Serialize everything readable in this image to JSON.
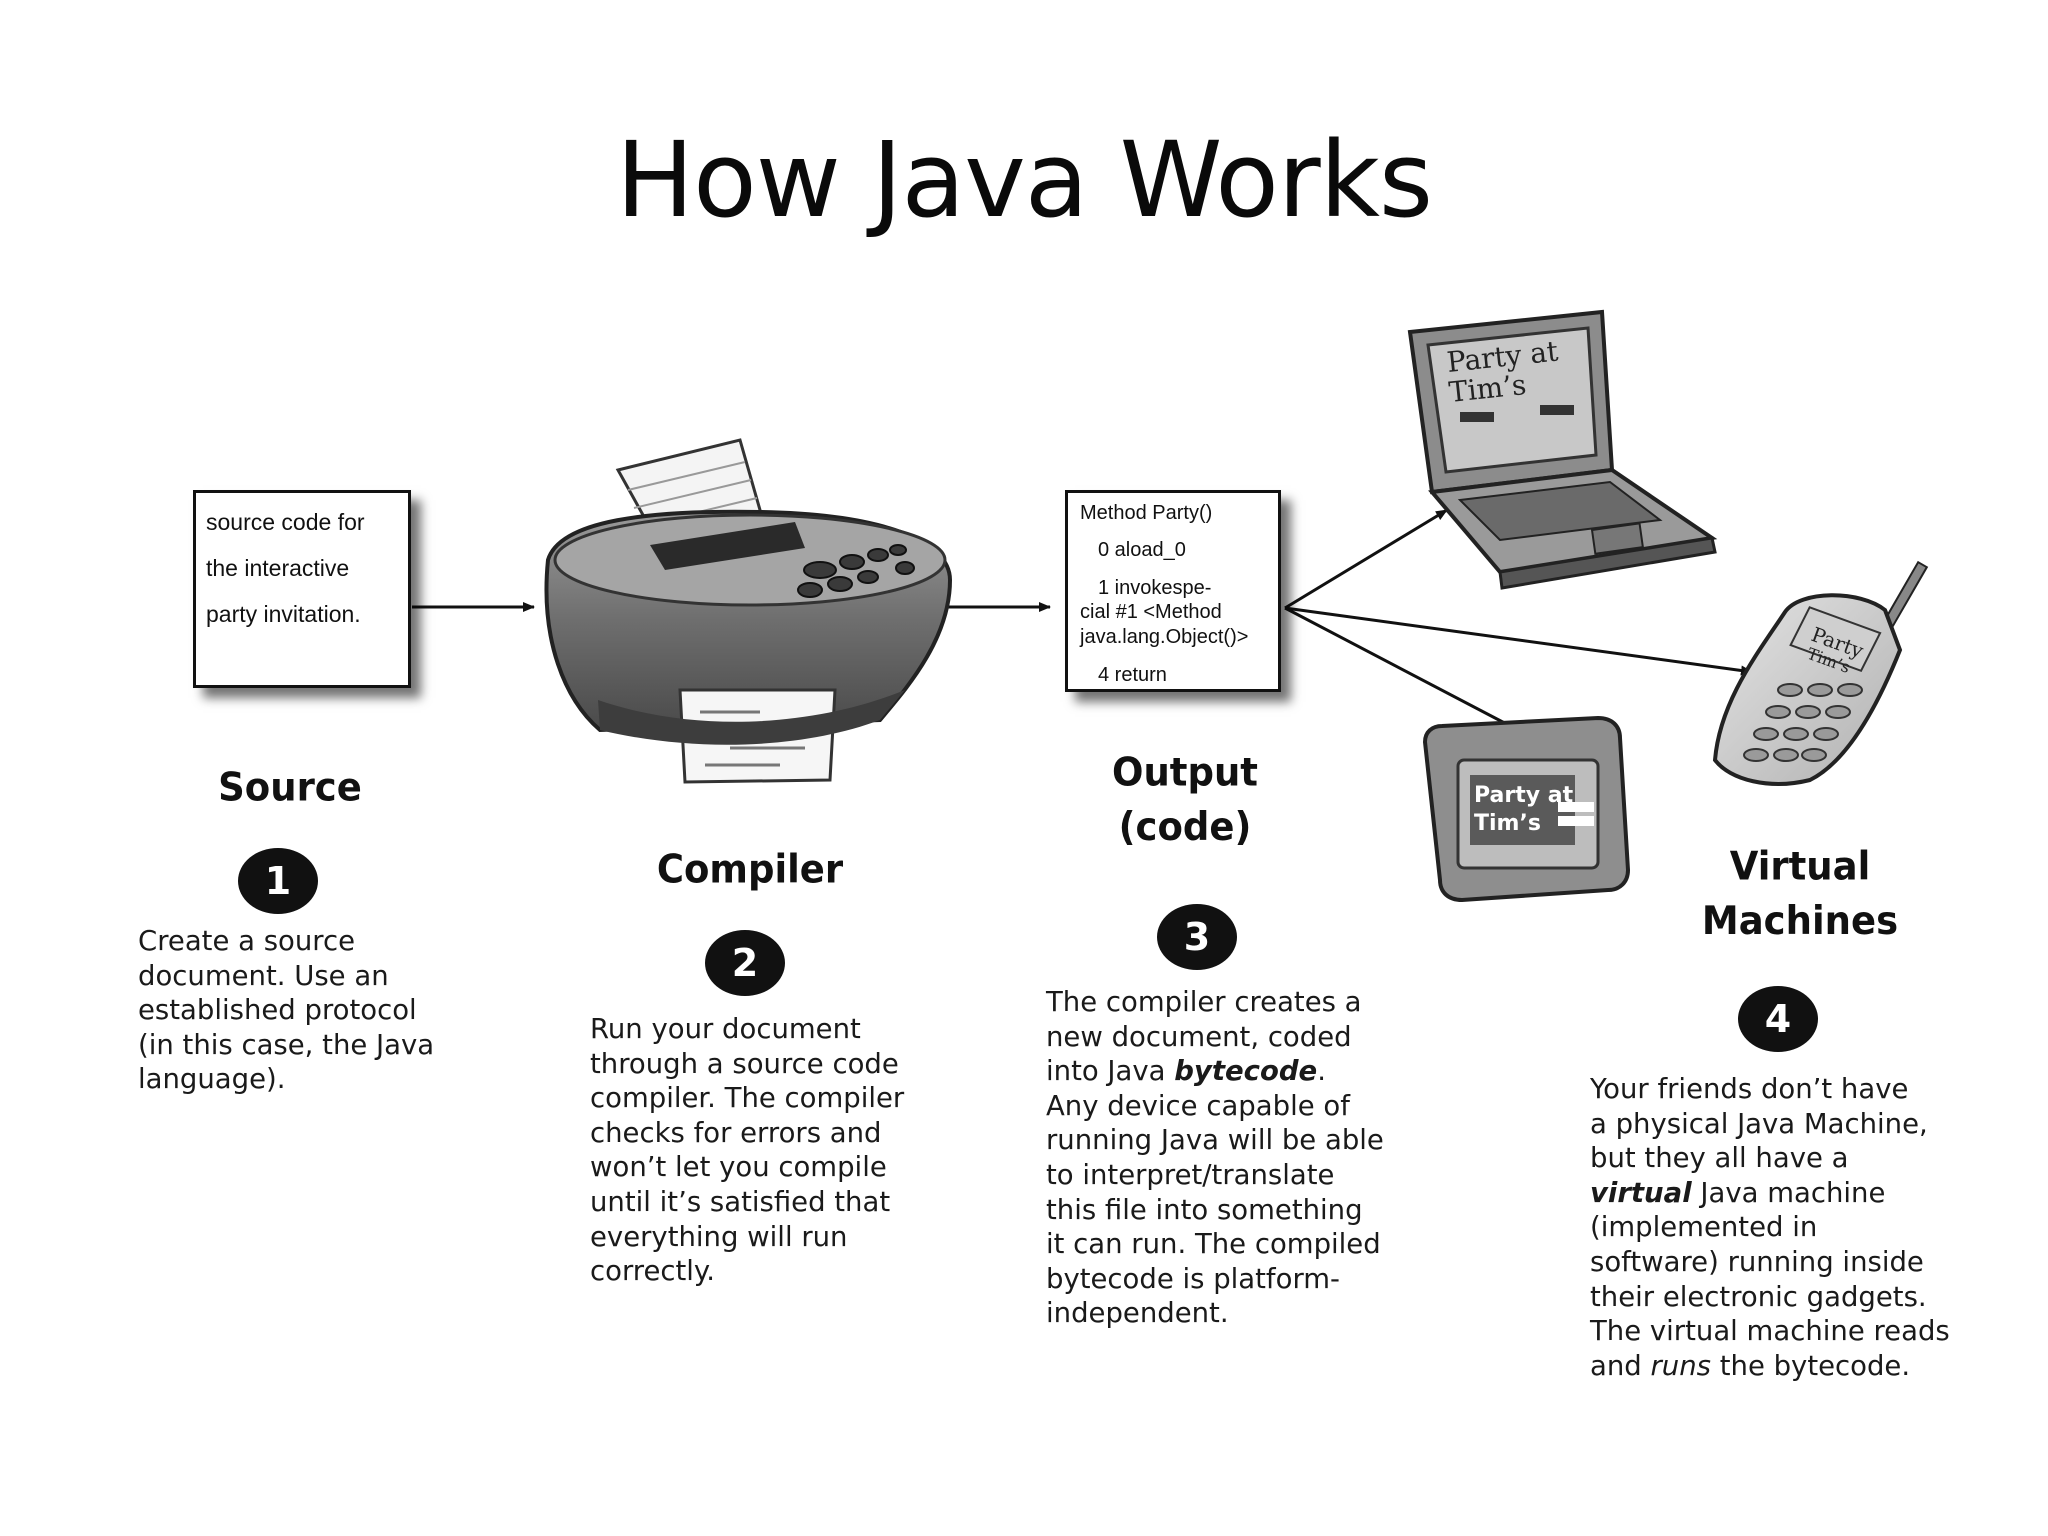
{
  "title": "How Java Works",
  "source_box": {
    "lines": [
      "source code for",
      "the interactive",
      "party invitation."
    ]
  },
  "output_box": {
    "lines": [
      "Method Party()",
      "0 aload_0",
      "1 invokespe-",
      "cial #1 <Method",
      "java.lang.Object()>",
      "4 return"
    ]
  },
  "stages": {
    "source": {
      "title": "Source",
      "number": "1",
      "desc": [
        "Create a source",
        "document. Use an",
        "established protocol",
        "(in this case, the Java",
        "language)."
      ]
    },
    "compiler": {
      "title": "Compiler",
      "number": "2",
      "desc": [
        "Run your document",
        "through a source code",
        "compiler. The compiler",
        "checks for errors and",
        "won’t let you compile",
        "until it’s satisfied that",
        "everything will run",
        "correctly."
      ]
    },
    "output": {
      "title_line1": "Output",
      "title_line2": "(code)",
      "number": "3",
      "desc": {
        "l1": "The compiler creates a",
        "l2": "new document, coded",
        "l3_pre": "into Java ",
        "l3_bold": "bytecode",
        "l3_post": ".",
        "l4": "Any device capable of",
        "l5": "running Java will be able",
        "l6": "to interpret/translate",
        "l7": "this file into something",
        "l8": "it can run. The compiled",
        "l9": "bytecode is platform-",
        "l10": "independent."
      }
    },
    "vm": {
      "title_line1": "Virtual",
      "title_line2": "Machines",
      "number": "4",
      "desc": {
        "l1": "Your friends don’t have",
        "l2": "a physical Java Machine,",
        "l3": "but they all have a",
        "l4_bold": "virtual",
        "l4_post": " Java machine",
        "l5": "(implemented in",
        "l6": "software) running inside",
        "l7": "their electronic gadgets.",
        "l8": "The virtual machine reads",
        "l9_pre": "and ",
        "l9_italic": "runs",
        "l9_post": " the bytecode."
      }
    }
  },
  "device_screens": {
    "laptop": [
      "Party at",
      "Tim’s"
    ],
    "pda": [
      "Party at",
      "Tim’s"
    ],
    "phone": [
      "Party",
      "Tim’s"
    ]
  },
  "icons": [
    "compiler-machine-icon",
    "laptop-icon",
    "pda-icon",
    "cell-phone-icon"
  ]
}
